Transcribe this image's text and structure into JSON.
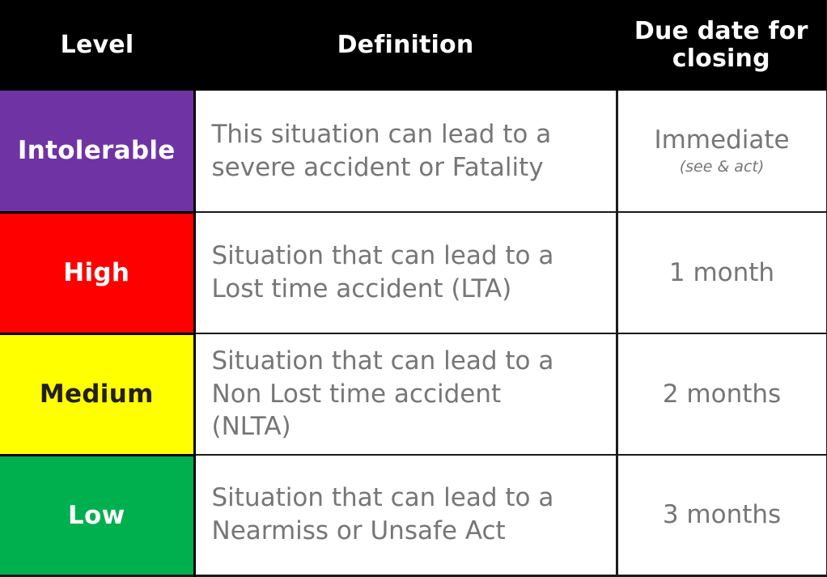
{
  "table": {
    "columns": [
      {
        "key": "level",
        "label": "Level"
      },
      {
        "key": "definition",
        "label": "Definition"
      },
      {
        "key": "due",
        "label": "Due date for\nclosing"
      }
    ],
    "header": {
      "level": "Level",
      "definition": "Definition",
      "due_line1": "Due date for",
      "due_line2": "closing",
      "background": "#000000",
      "text_color": "#ffffff"
    },
    "rows": [
      {
        "level": "Intolerable",
        "level_bg": "#7033A3",
        "level_fg": "#ffffff",
        "definition_line1": "This situation can lead to a",
        "definition_line2": "severe accident or Fatality",
        "definition_line3": "",
        "due": "Immediate",
        "due_note": "(see & act)"
      },
      {
        "level": "High",
        "level_bg": "#FF0000",
        "level_fg": "#ffffff",
        "definition_line1": "Situation that can lead to a",
        "definition_line2": "Lost time accident (LTA)",
        "definition_line3": "",
        "due": "1 month",
        "due_note": ""
      },
      {
        "level": "Medium",
        "level_bg": "#FFFF00",
        "level_fg": "#231F20",
        "definition_line1": "Situation that can lead to a",
        "definition_line2": "Non Lost time accident",
        "definition_line3": "(NLTA)",
        "due": "2 months",
        "due_note": ""
      },
      {
        "level": "Low",
        "level_bg": "#00AF4E",
        "level_fg": "#ffffff",
        "definition_line1": "Situation that can lead to a",
        "definition_line2": "Nearmiss or Unsafe Act",
        "definition_line3": "",
        "due": "3 months",
        "due_note": ""
      }
    ],
    "body_text_color": "#767676",
    "grid_color": "#1a1a1a"
  }
}
